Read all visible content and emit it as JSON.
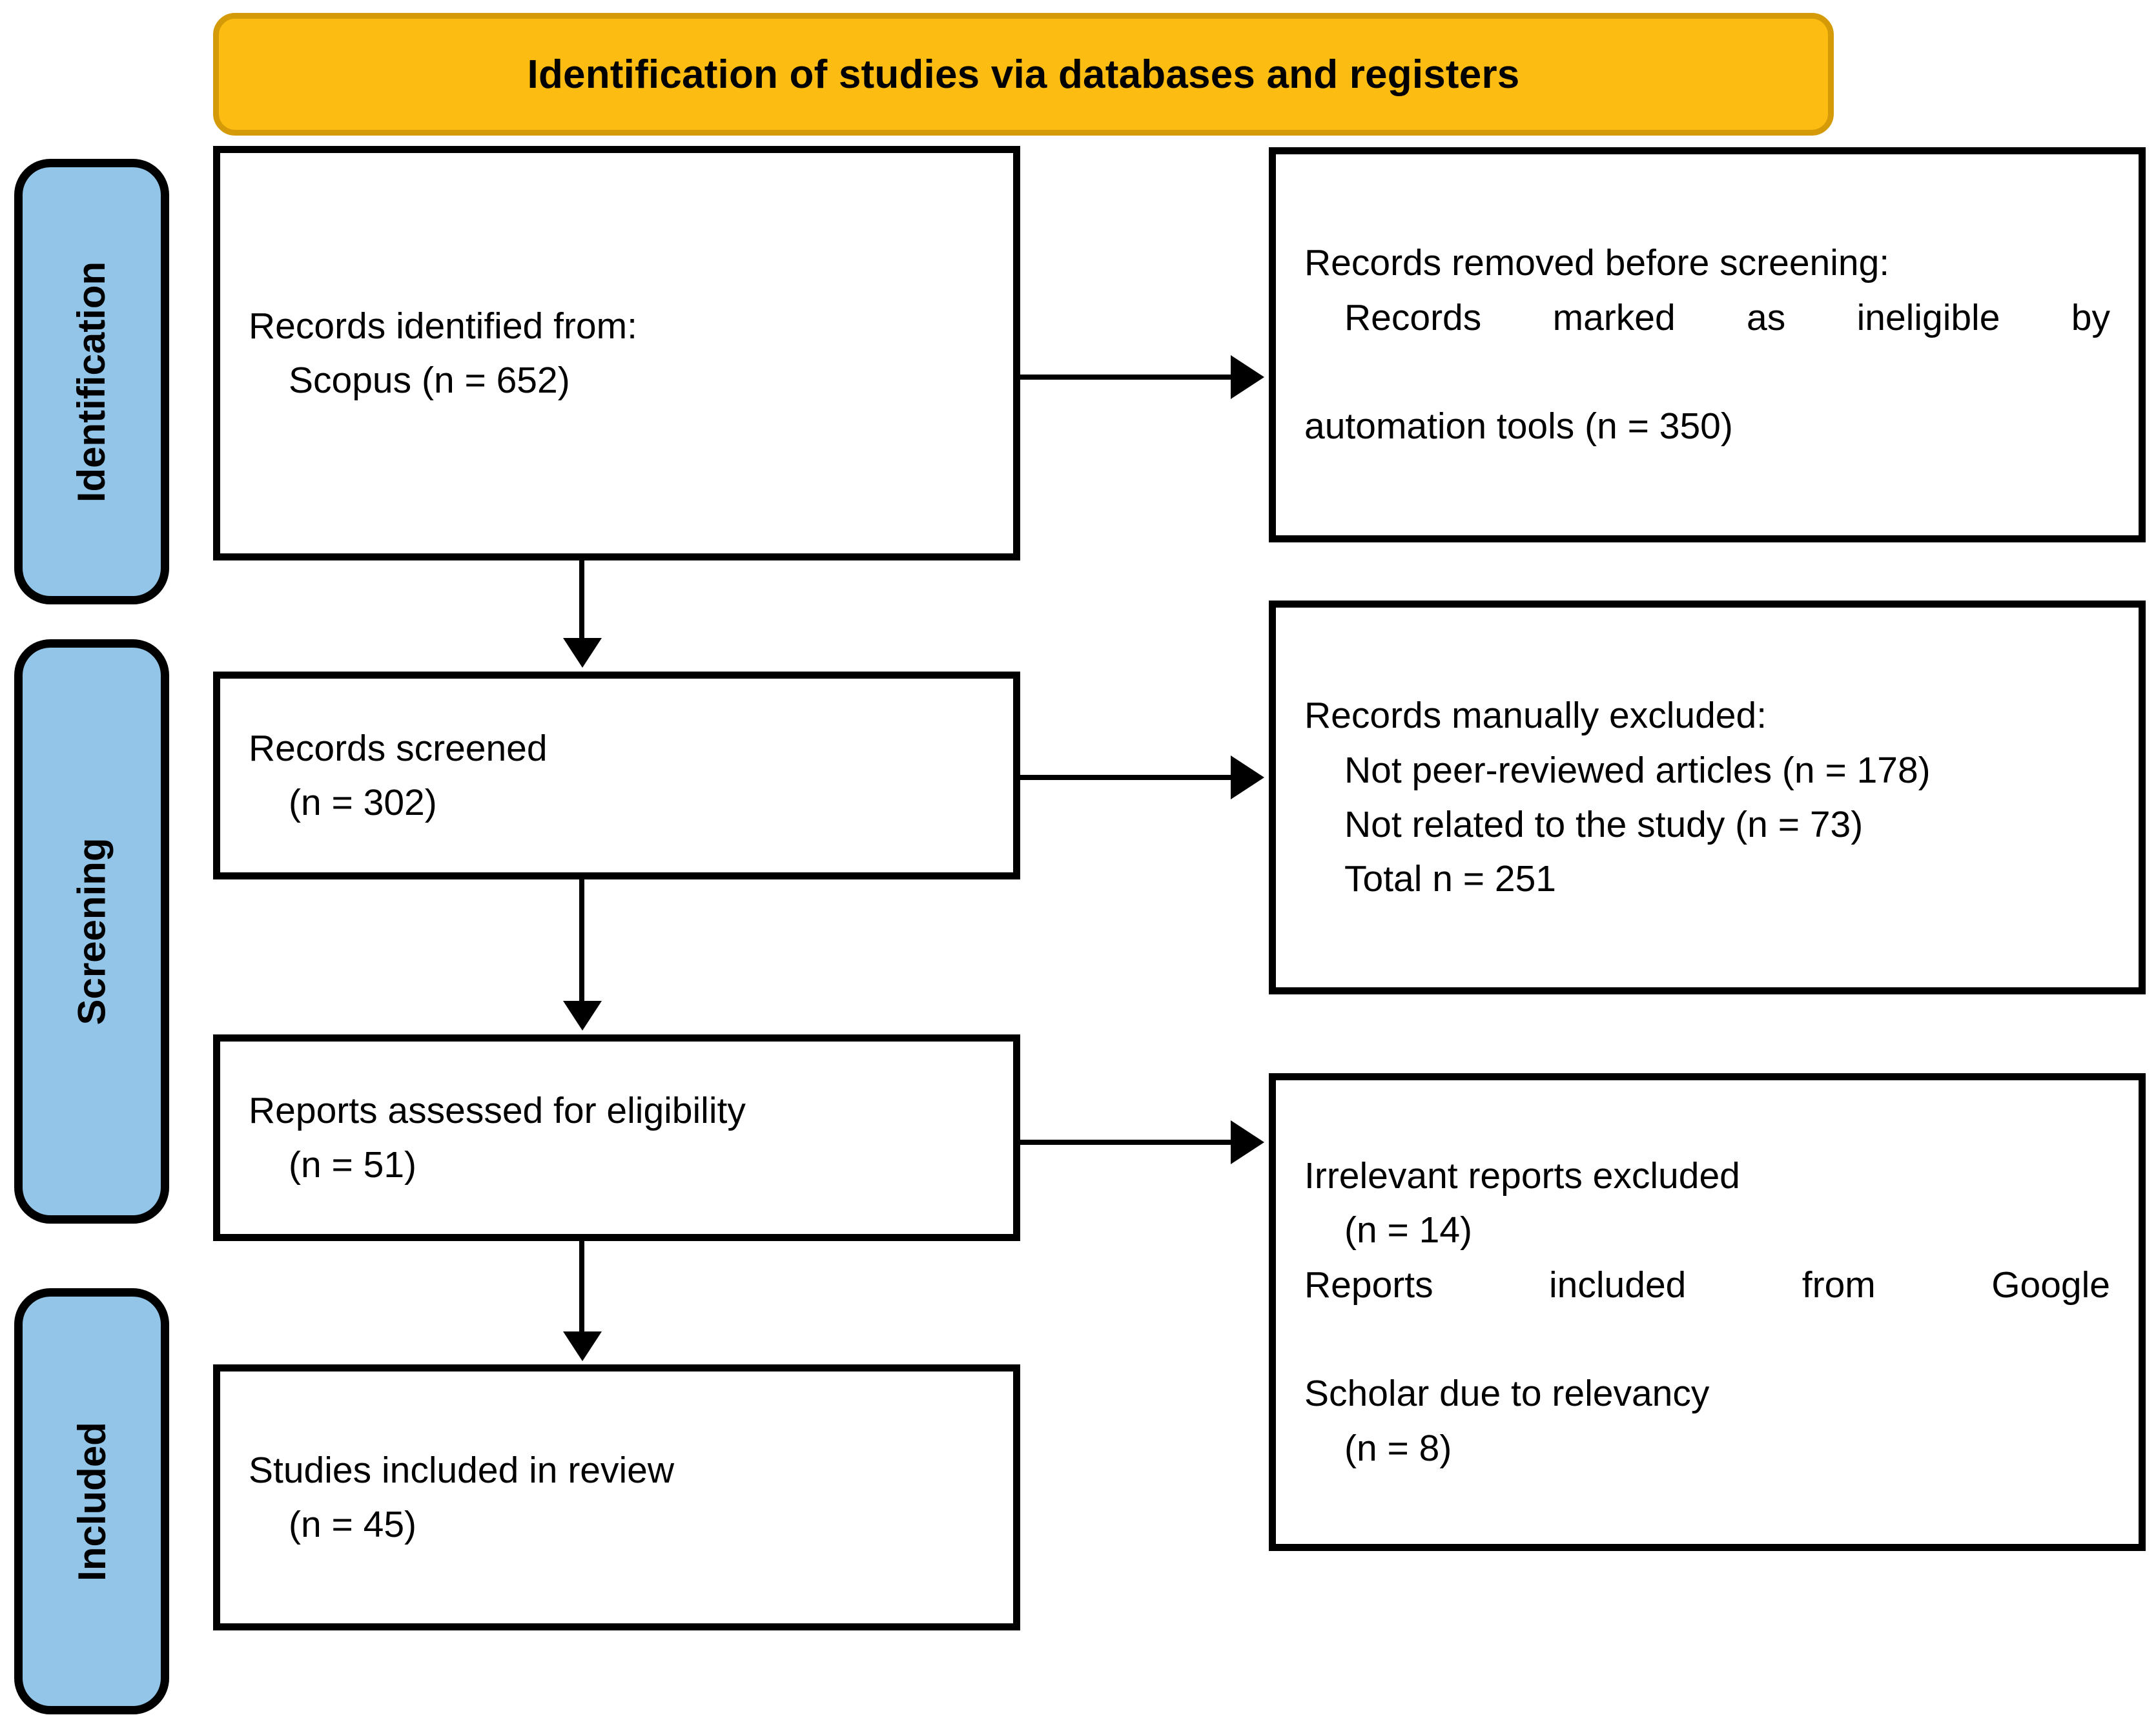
{
  "banner": {
    "title": "Identification of studies via databases and registers",
    "fill": "#FDBC11",
    "border": "#D49A08"
  },
  "stages": [
    {
      "name": "identification",
      "label": "Identification",
      "fill": "#92C5E8"
    },
    {
      "name": "screening",
      "label": "Screening",
      "fill": "#92C5E8"
    },
    {
      "name": "included",
      "label": "Included",
      "fill": "#92C5E8"
    }
  ],
  "boxes": {
    "identified": {
      "line1": "Records identified from:",
      "line2": "Scopus (n = 652)"
    },
    "removed": {
      "line1": "Records removed before screening:",
      "line2": "Records marked as ineligible by",
      "line3": "automation tools (n = 350)"
    },
    "screened": {
      "line1": "Records screened",
      "line2": "(n = 302)"
    },
    "manually_excluded": {
      "line1": "Records manually excluded:",
      "line2": "Not peer-reviewed articles (n = 178)",
      "line3": "Not related to the study (n = 73)",
      "line4": "Total n = 251"
    },
    "eligibility": {
      "line1": "Reports assessed for eligibility",
      "line2": "(n = 51)"
    },
    "irrelevant": {
      "line1": "Irrelevant reports excluded",
      "line2": "(n = 14)",
      "line3": "Reports included from Google",
      "line4": "Scholar due to relevancy",
      "line5": "(n = 8)"
    },
    "included": {
      "line1": "Studies included in review",
      "line2": "(n = 45)"
    }
  },
  "counts": {
    "scopus_identified": 652,
    "removed_automation": 350,
    "records_screened": 302,
    "not_peer_reviewed": 178,
    "not_related": 73,
    "manual_excluded_total": 251,
    "reports_assessed": 51,
    "irrelevant_excluded": 14,
    "google_scholar_added": 8,
    "studies_included": 45
  }
}
